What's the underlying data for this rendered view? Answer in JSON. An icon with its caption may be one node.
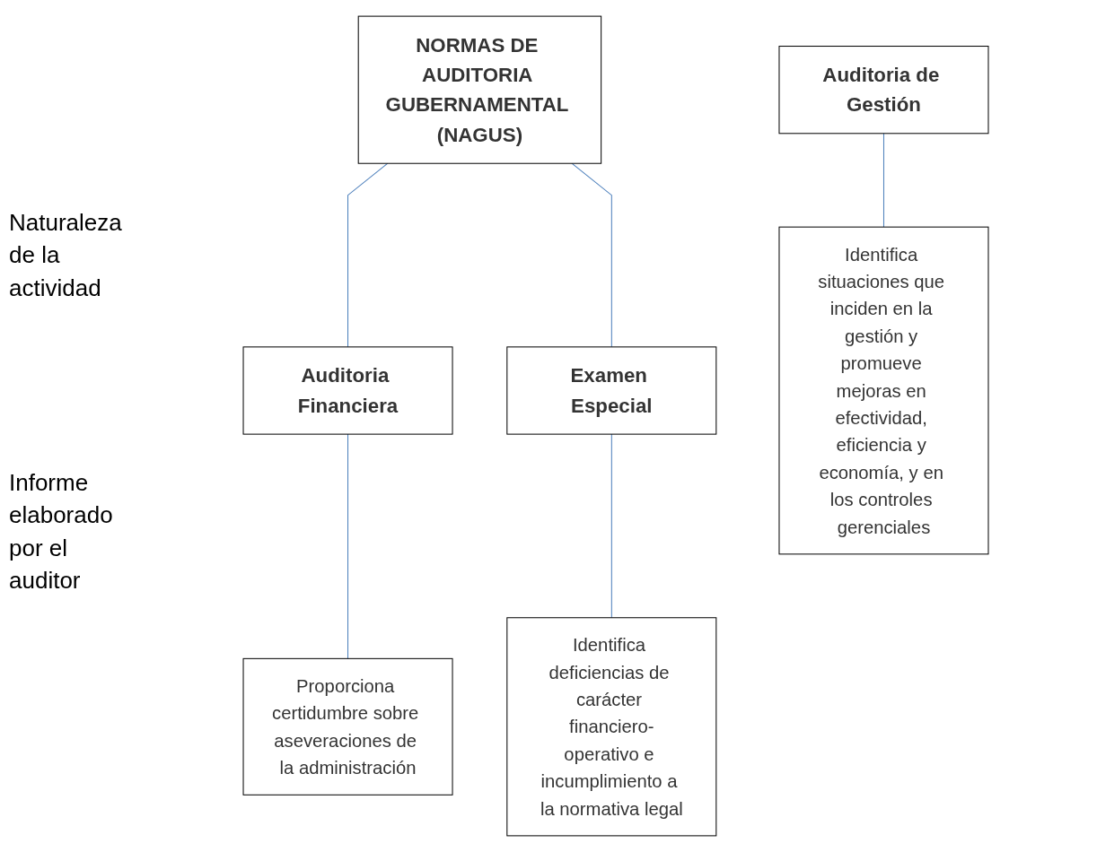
{
  "diagram": {
    "nodes": [
      {
        "text": [
          "NORMAS DE AUDITORIA GUBERNAMENTAL (NAGUS)"
        ]
      },
      {
        "text": [
          "Auditoria Financiera"
        ]
      },
      {
        "text": [
          "Auditoria de Gestión"
        ]
      },
      {
        "text": [
          "Examen Especial"
        ]
      },
      {
        "text": [
          "Proporciona certidumbre sobre aseveraciones de la administración"
        ]
      },
      {
        "text": [
          "Identifica situaciones que inciden en la gestión y promueve mejoras en efectividad, eficiencia y economía, y en los controles gerenciales"
        ]
      },
      {
        "text": [
          "Identifica deficiencias de carácter financiero-operativo e incumplimiento a la normativa legal"
        ]
      }
    ],
    "edges": [
      {
        "from": 0,
        "to": 1,
        "arrow": "none"
      },
      {
        "from": 0,
        "to": 3,
        "arrow": "none"
      },
      {
        "from": 1,
        "to": 4,
        "arrow": "none"
      },
      {
        "from": 2,
        "to": 5,
        "arrow": "none"
      },
      {
        "from": 3,
        "to": 6,
        "arrow": "none"
      }
    ],
    "labels": [
      "Naturaleza de la actividad",
      "Informe elaborado por el auditor"
    ]
  }
}
